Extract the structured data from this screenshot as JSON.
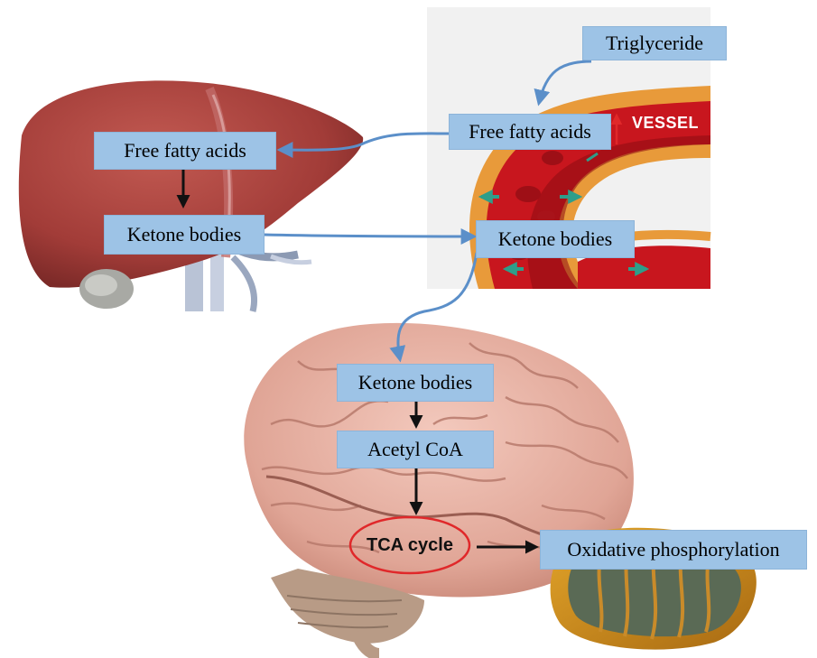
{
  "labels": {
    "triglyceride": "Triglyceride",
    "vessel_free_fatty_acids": "Free fatty acids",
    "vessel_label": "VESSEL",
    "liver_free_fatty_acids": "Free fatty acids",
    "liver_ketone_bodies": "Ketone bodies",
    "vessel_ketone_bodies": "Ketone bodies",
    "brain_ketone_bodies": "Ketone bodies",
    "acetyl_coa": "Acetyl CoA",
    "tca_cycle": "TCA cycle",
    "oxidative_phosphorylation": "Oxidative phosphorylation"
  },
  "colors": {
    "box_fill": "#9dc3e6",
    "flow_arrow": "#5b8fc9",
    "step_arrow": "#111111",
    "tca_ring": "#e0282a",
    "liver": "#a8403c",
    "vessel": "#c8161e",
    "brain": "#e8b4a6",
    "mitochondrion": "#c9881c"
  }
}
